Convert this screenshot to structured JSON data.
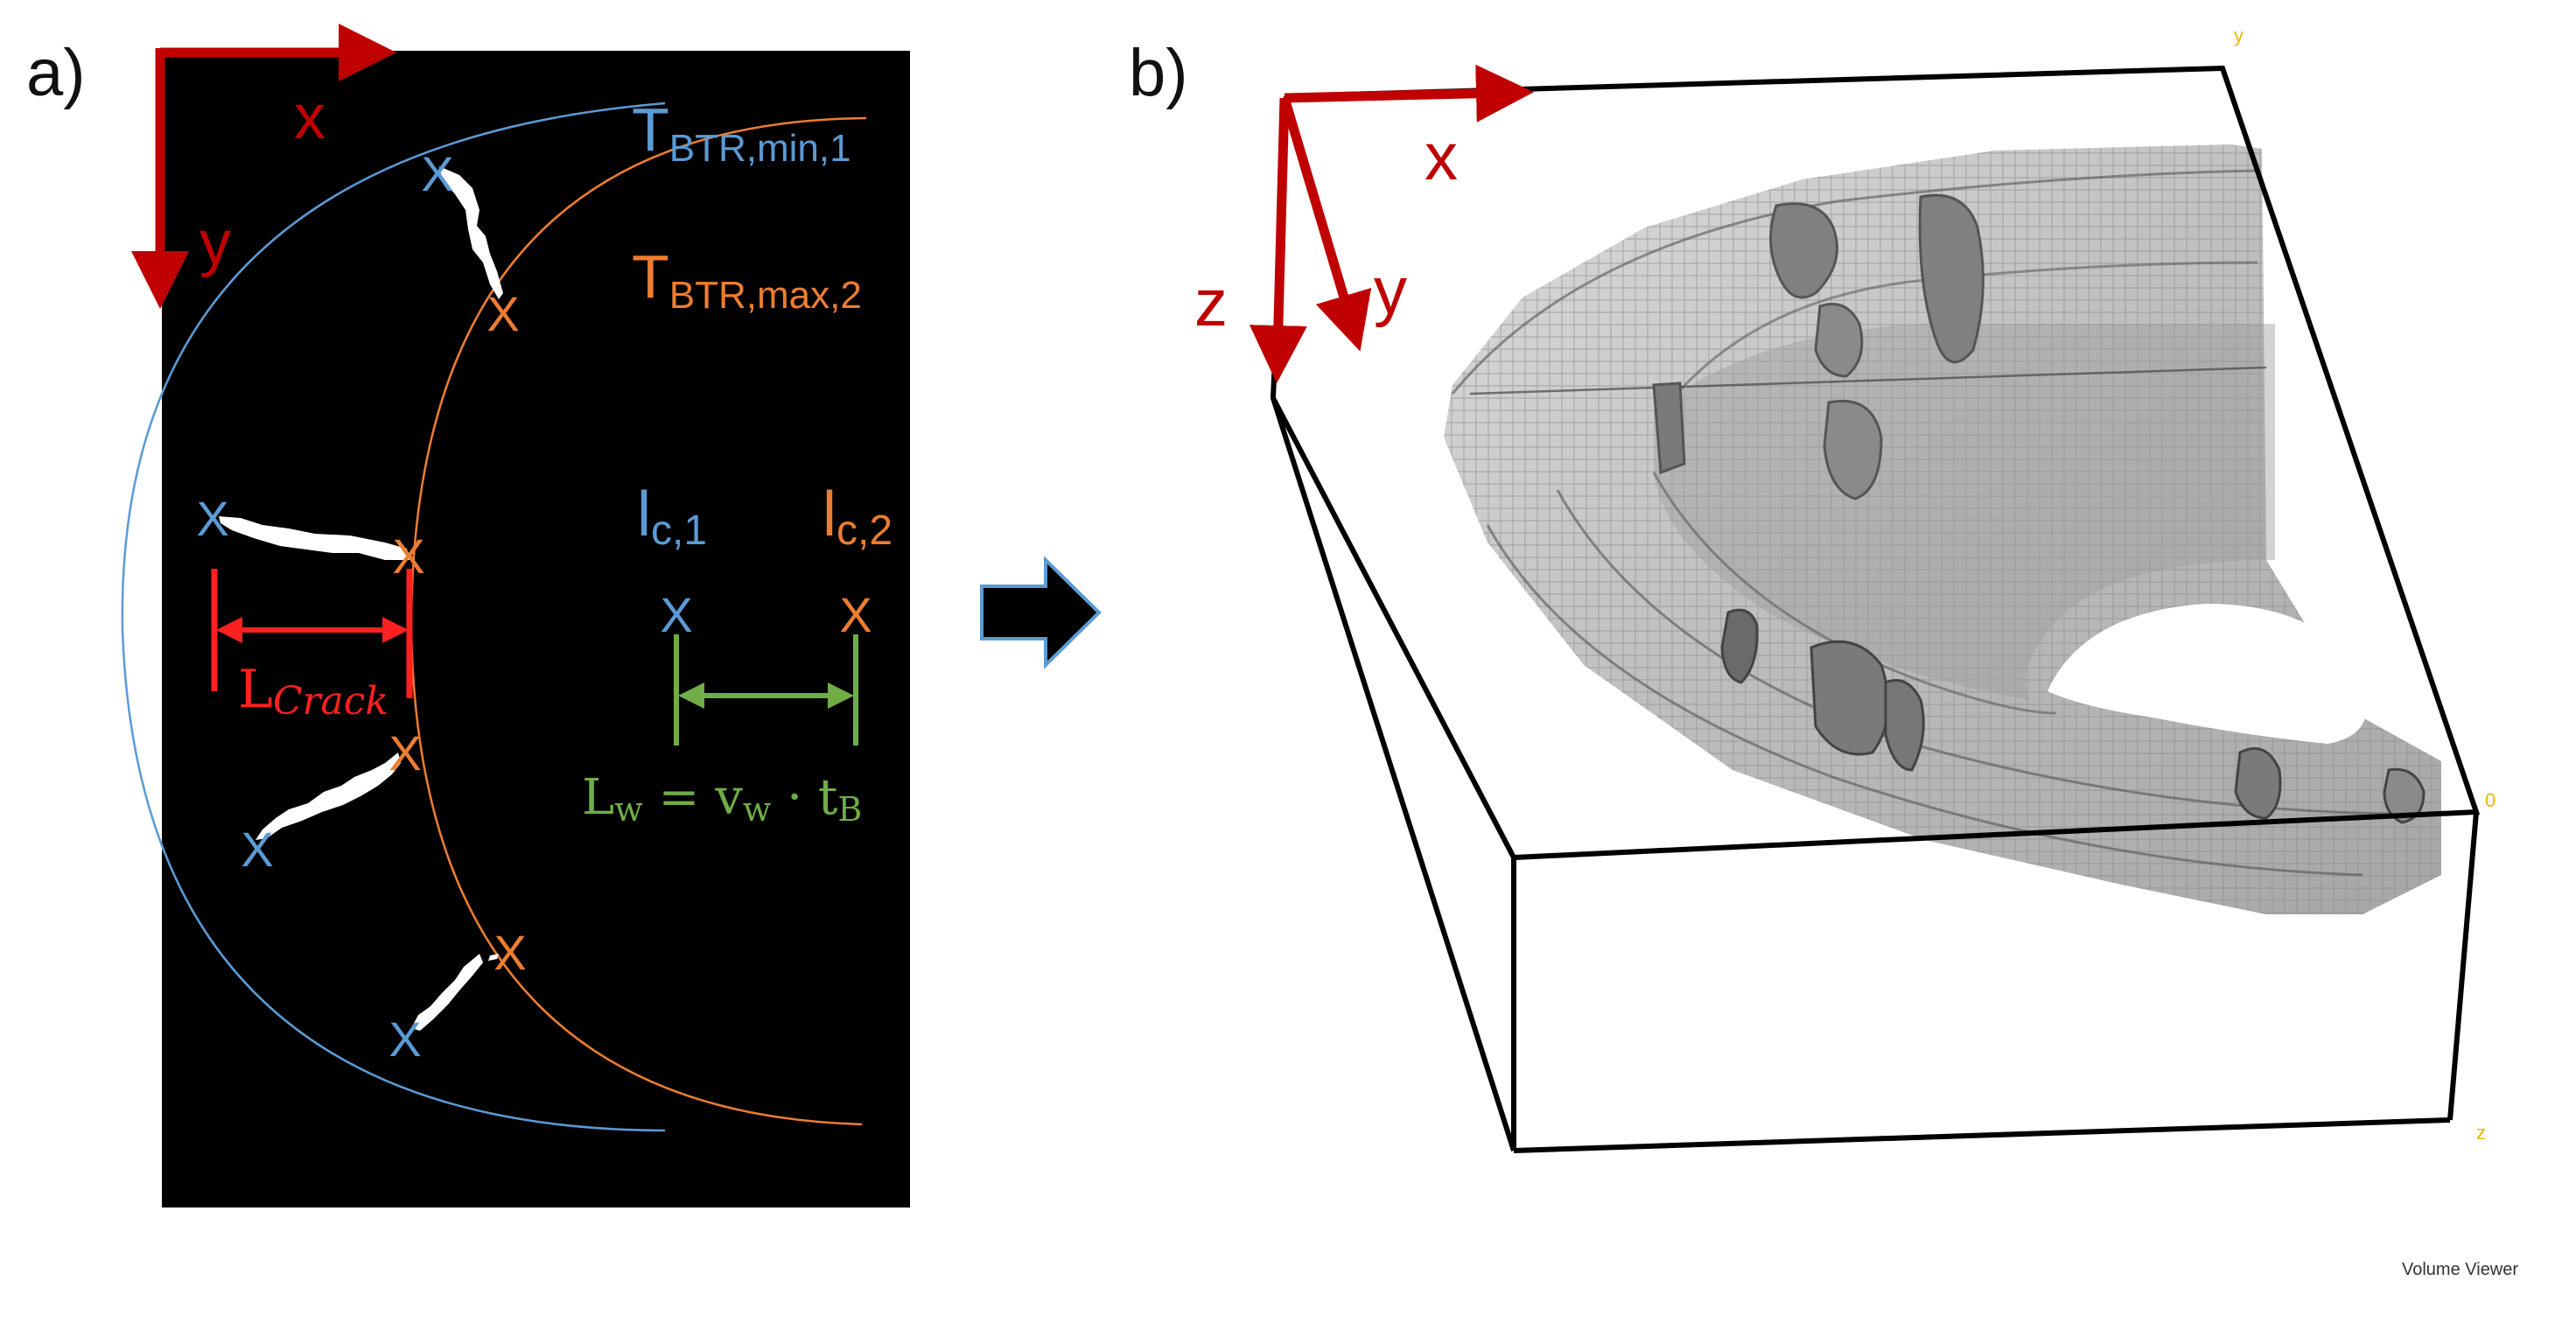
{
  "panel_a": {
    "label": "a)",
    "axis_x": "x",
    "axis_y": "y",
    "t_min": {
      "main": "T",
      "sub": "BTR,min,1"
    },
    "t_max": {
      "main": "T",
      "sub": "BTR,max,2"
    },
    "l_c1": {
      "main": "l",
      "sub": "c,1"
    },
    "l_c2": {
      "main": "l",
      "sub": "c,2"
    },
    "l_crack": {
      "main": "L",
      "sub": "Crack"
    },
    "l_w": {
      "main": "L",
      "sub1": "w",
      "eq": " = v",
      "sub2": "w",
      "dot": " · t",
      "sub3": "B"
    },
    "marker": "X"
  },
  "panel_b": {
    "label": "b)",
    "axis_x": "x",
    "axis_y": "y",
    "axis_z": "z",
    "corner_y": "y",
    "corner_0": "0",
    "corner_z": "z",
    "viewer_label": "Volume Viewer"
  },
  "colors": {
    "blue": "#5b9bd5",
    "orange": "#ed7d31",
    "red": "#c00000",
    "bright_red": "#ff2020",
    "green": "#70ad47",
    "yellow": "#f0b400"
  }
}
